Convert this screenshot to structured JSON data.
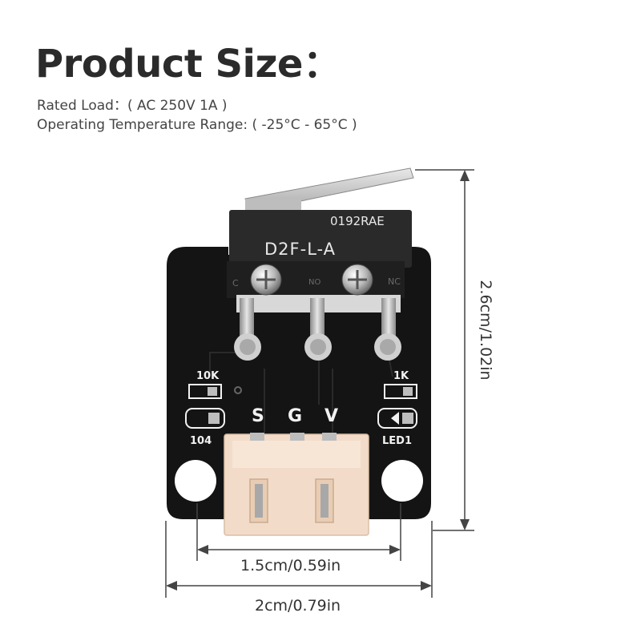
{
  "title": "Product Size：",
  "specs": {
    "rated_load": "Rated Load：( AC 250V 1A )",
    "operating_temperature": "Operating Temperature Range: ( -25°C - 65°C )"
  },
  "switch_labels": {
    "code": "0192RAE",
    "model": "D2F-L-A",
    "com": "C",
    "no": "NO",
    "nc": "NC"
  },
  "board_labels": {
    "resistor_left": "10K",
    "capacitor": "104",
    "resistor_right": "1K",
    "led": "LED1",
    "pin_s": "S",
    "pin_g": "G",
    "pin_v": "V"
  },
  "dimensions": {
    "hole_spacing": "1.5cm/0.59in",
    "width": "2cm/0.79in",
    "height": "2.6cm/1.02in"
  },
  "colors": {
    "pcb": "#141414",
    "switch_body": "#2a2a2a",
    "connector": "#f2dcc9",
    "lever": "#c9c9c9",
    "silkscreen": "#f2f2f2"
  }
}
